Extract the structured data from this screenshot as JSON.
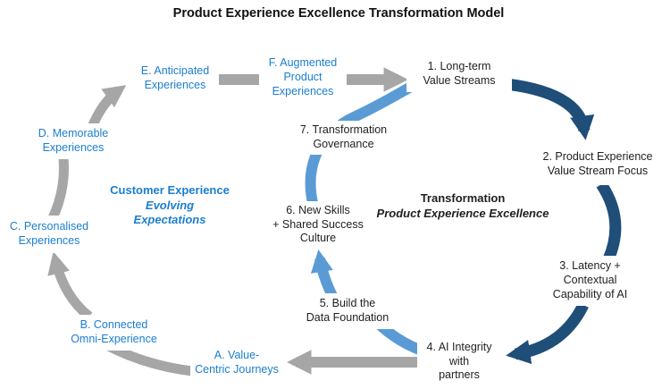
{
  "title": "Product Experience Excellence Transformation Model",
  "colors": {
    "navy": "#1F4E79",
    "lightblue": "#5B9BD5",
    "gray": "#A6A6A6",
    "bluetext": "#1B7ED0",
    "blacktext": "#1F1F1F"
  },
  "customer_cycle": {
    "label": {
      "line1": "Customer Experience",
      "line2": "Evolving Expectations"
    },
    "a": {
      "l1": "A. Value-",
      "l2": "Centric Journeys"
    },
    "b": {
      "l1": "B. Connected",
      "l2": "Omni-Experience"
    },
    "c": {
      "l1": "C. Personalised",
      "l2": "Experiences"
    },
    "d": {
      "l1": "D. Memorable",
      "l2": "Experiences"
    },
    "e": {
      "l1": "E. Anticipated",
      "l2": "Experiences"
    },
    "f": {
      "l1": "F. Augmented",
      "l2": "Product",
      "l3": "Experiences"
    }
  },
  "transformation_cycle": {
    "label": {
      "line1": "Transformation",
      "line2": "Product Experience Excellence"
    },
    "s1": {
      "l1": "1. Long-term",
      "l2": "Value Streams"
    },
    "s2": {
      "l1": "2. Product Experience",
      "l2": "Value Stream Focus"
    },
    "s3": {
      "l1": "3. Latency +",
      "l2": "Contextual",
      "l3": "Capability of AI"
    },
    "s4": {
      "l1": "4. AI Integrity",
      "l2": "with",
      "l3": "partners"
    },
    "s5": {
      "l1": "5. Build the",
      "l2": "Data Foundation"
    },
    "s6": {
      "l1": "6. New Skills",
      "l2": "+ Shared Success",
      "l3": "Culture"
    },
    "s7": {
      "l1": "7. Transformation",
      "l2": "Governance"
    }
  }
}
